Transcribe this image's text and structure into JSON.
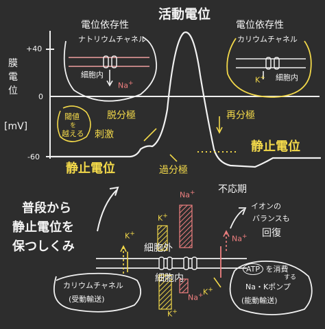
{
  "title": "活動電位",
  "left_channel": {
    "title": "電位依存性",
    "subtitle": "ナトリウムチャネル",
    "inside": "細胞内",
    "ion": "Na"
  },
  "right_channel": {
    "title": "電位依存性",
    "subtitle": "カリウムチャネル",
    "inside": "細胞内",
    "ion": "K"
  },
  "axis": {
    "ylabel_chars": [
      "膜",
      "電",
      "位"
    ],
    "unit": "[mV]",
    "ticks": {
      "p40": "+40",
      "zero": "0",
      "m60": "-60"
    }
  },
  "phases": {
    "threshold": [
      "閾値",
      "を",
      "越える"
    ],
    "stimulus": "刺激",
    "depolarization": "脱分極",
    "repolarization": "再分極",
    "hyperpolarization": "過分極",
    "refractory": "不応期",
    "resting_right": "静止電位",
    "resting_left": "静止電位"
  },
  "bottom": {
    "note_lines": [
      "普段から",
      "静止電位を",
      "保つしくみ"
    ],
    "outside": "細胞外",
    "inside": "細胞内",
    "na_label": "Na",
    "k_label": "K",
    "channel_lines": [
      "カリウムチャネル",
      "(受動輸送)"
    ],
    "balance_lines": [
      "イオンの",
      "バランスも",
      "回復"
    ],
    "atp": "ATP",
    "atp_use": "を消費",
    "atp_small": "する",
    "pump_lines": [
      "Na・Kポンプ",
      "(能動輸送)"
    ]
  },
  "colors": {
    "background": "#2d2d2d",
    "white": "#f4f4f4",
    "yellow": "#f3d94a",
    "red": "#f08080"
  }
}
